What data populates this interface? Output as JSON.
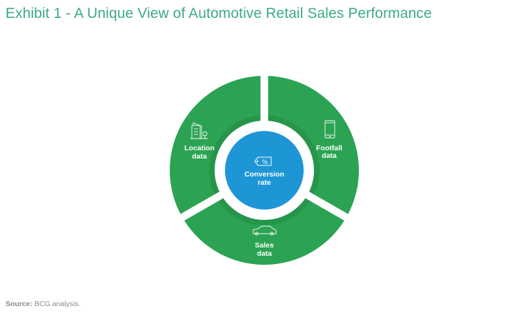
{
  "title": "Exhibit 1 - A Unique View of Automotive Retail Sales Performance",
  "diagram": {
    "center": {
      "line1": "Conversion",
      "line2": "rate",
      "icon": "price-tag-percent-icon",
      "icon_text": "%"
    },
    "segments": [
      {
        "line1": "Location",
        "line2": "data",
        "icon": "buildings-icon"
      },
      {
        "line1": "Footfall",
        "line2": "data",
        "icon": "smartphone-icon"
      },
      {
        "line1": "Sales",
        "line2": "data",
        "icon": "car-icon"
      }
    ],
    "colors": {
      "segment": "#2ba353",
      "segment_shadow": "#238a45",
      "center": "#1e96d6",
      "title": "#3aaa87"
    }
  },
  "source": {
    "label": "Source:",
    "text": "BCG analysis."
  }
}
